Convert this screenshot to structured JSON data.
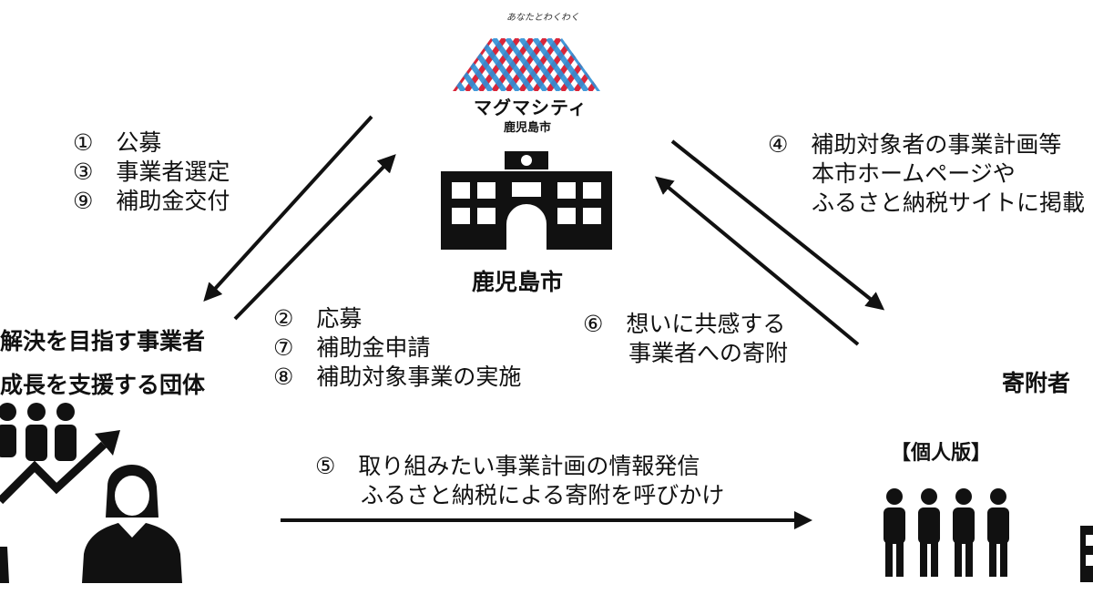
{
  "logo": {
    "tagline": "あなたとわくわく",
    "name": "マグマシティ",
    "city": "鹿児島市"
  },
  "city_label": "鹿児島市",
  "left_steps": {
    "line1": "①　公募",
    "line2": "③　事業者選定",
    "line3": "⑨　補助金交付"
  },
  "middle_steps": {
    "line1": "②　応募",
    "line2": "⑦　補助金申請",
    "line3": "⑧　補助対象事業の実施"
  },
  "right_steps_top": {
    "line1": "④　補助対象者の事業計画等",
    "line2": "本市ホームページや",
    "line3": "ふるさと納税サイトに掲載"
  },
  "donation_steps": {
    "line1": "⑥　想いに共感する",
    "line2": "事業者への寄附"
  },
  "bottom_steps": {
    "line1": "⑤　取り組みたい事業計画の情報発信",
    "line2": "ふるさと納税による寄附を呼びかけ"
  },
  "business_label": {
    "line1": "解決を目指す事業者",
    "line2": "成長を支援する団体"
  },
  "donor_label": "寄附者",
  "donor_individual": "【個人版】",
  "donor_corporate_cut": "【",
  "colors": {
    "logo_red": "#d9263a",
    "logo_blue": "#2e8fd6",
    "ink": "#111111"
  }
}
